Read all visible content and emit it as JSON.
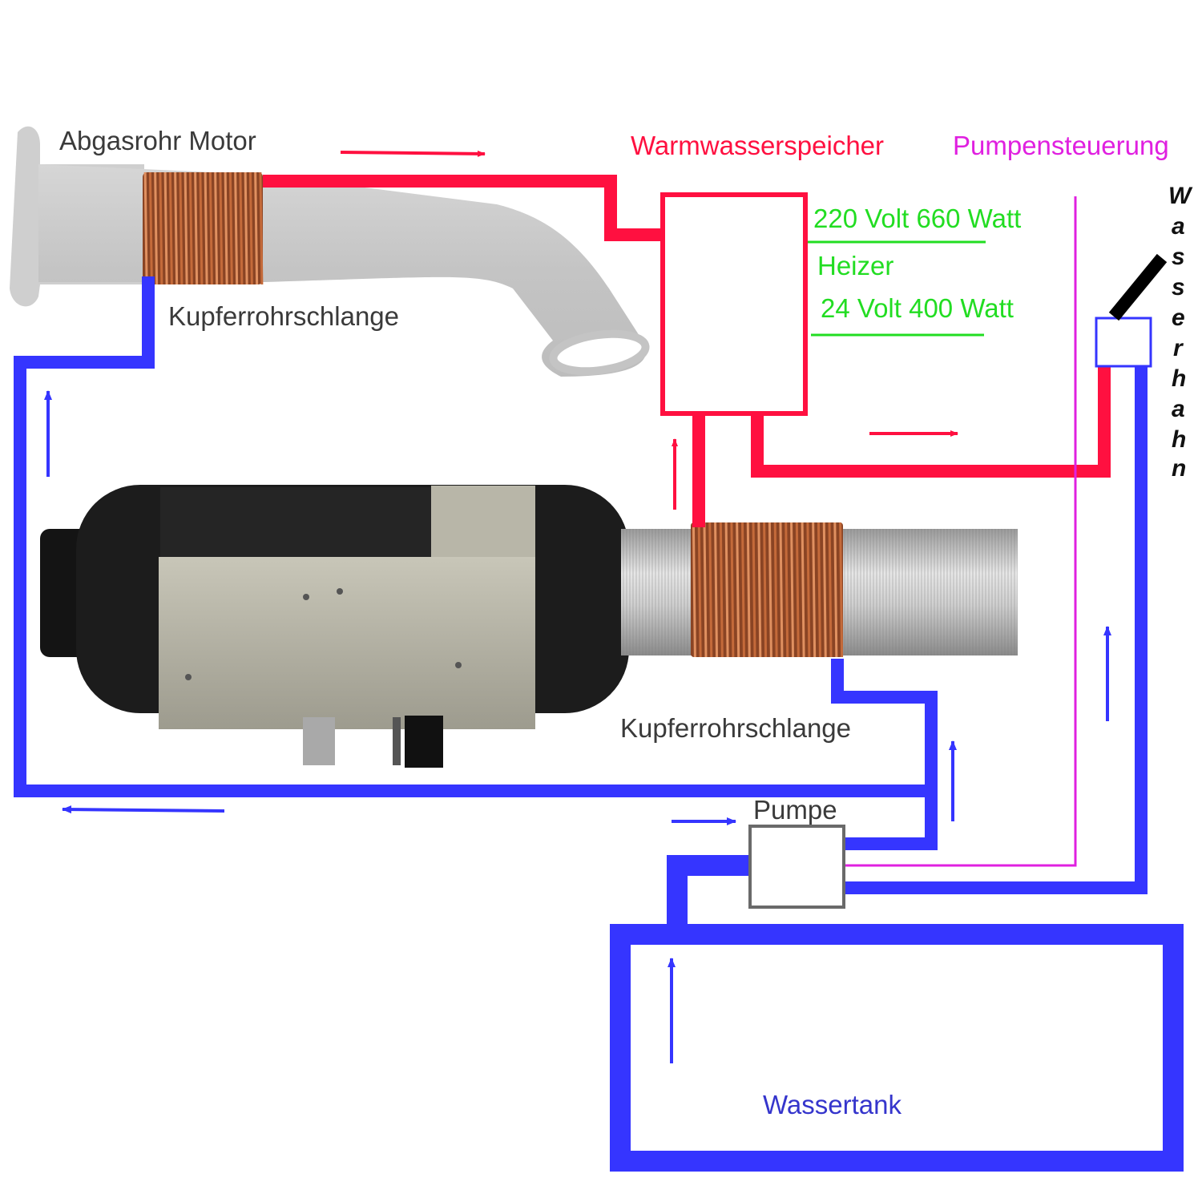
{
  "labels": {
    "exhaust_pipe": "Abgasrohr Motor",
    "hot_water_storage": "Warmwasserspeicher",
    "pump_control": "Pumpensteuerung",
    "heater_rating_high": "220 Volt 660 Watt",
    "heater": "Heizer",
    "heater_rating_low": "24 Volt 400 Watt",
    "copper_coil_top": "Kupferrohrschlange",
    "copper_coil_bottom": "Kupferrohrschlange",
    "pump": "Pumpe",
    "water_tank": "Wassertank",
    "water_tap_letters": [
      "W",
      "a",
      "s",
      "s",
      "e",
      "r",
      "h",
      "a",
      "h",
      "n"
    ]
  },
  "colors": {
    "hot_line": "#ff1040",
    "cold_line": "#3535ff",
    "control_line": "#e020e0",
    "heater_text": "#22dd22",
    "label_text": "#3a3a3a",
    "tank_text": "#3535cc",
    "copper": "#a0522d"
  },
  "icons": {
    "exhaust_pipe": "exhaust-pipe-icon",
    "air_heater": "diesel-air-heater-icon",
    "flex_duct": "flex-duct-icon",
    "copper_coil": "copper-coil-icon",
    "water_tap": "water-tap-icon"
  }
}
